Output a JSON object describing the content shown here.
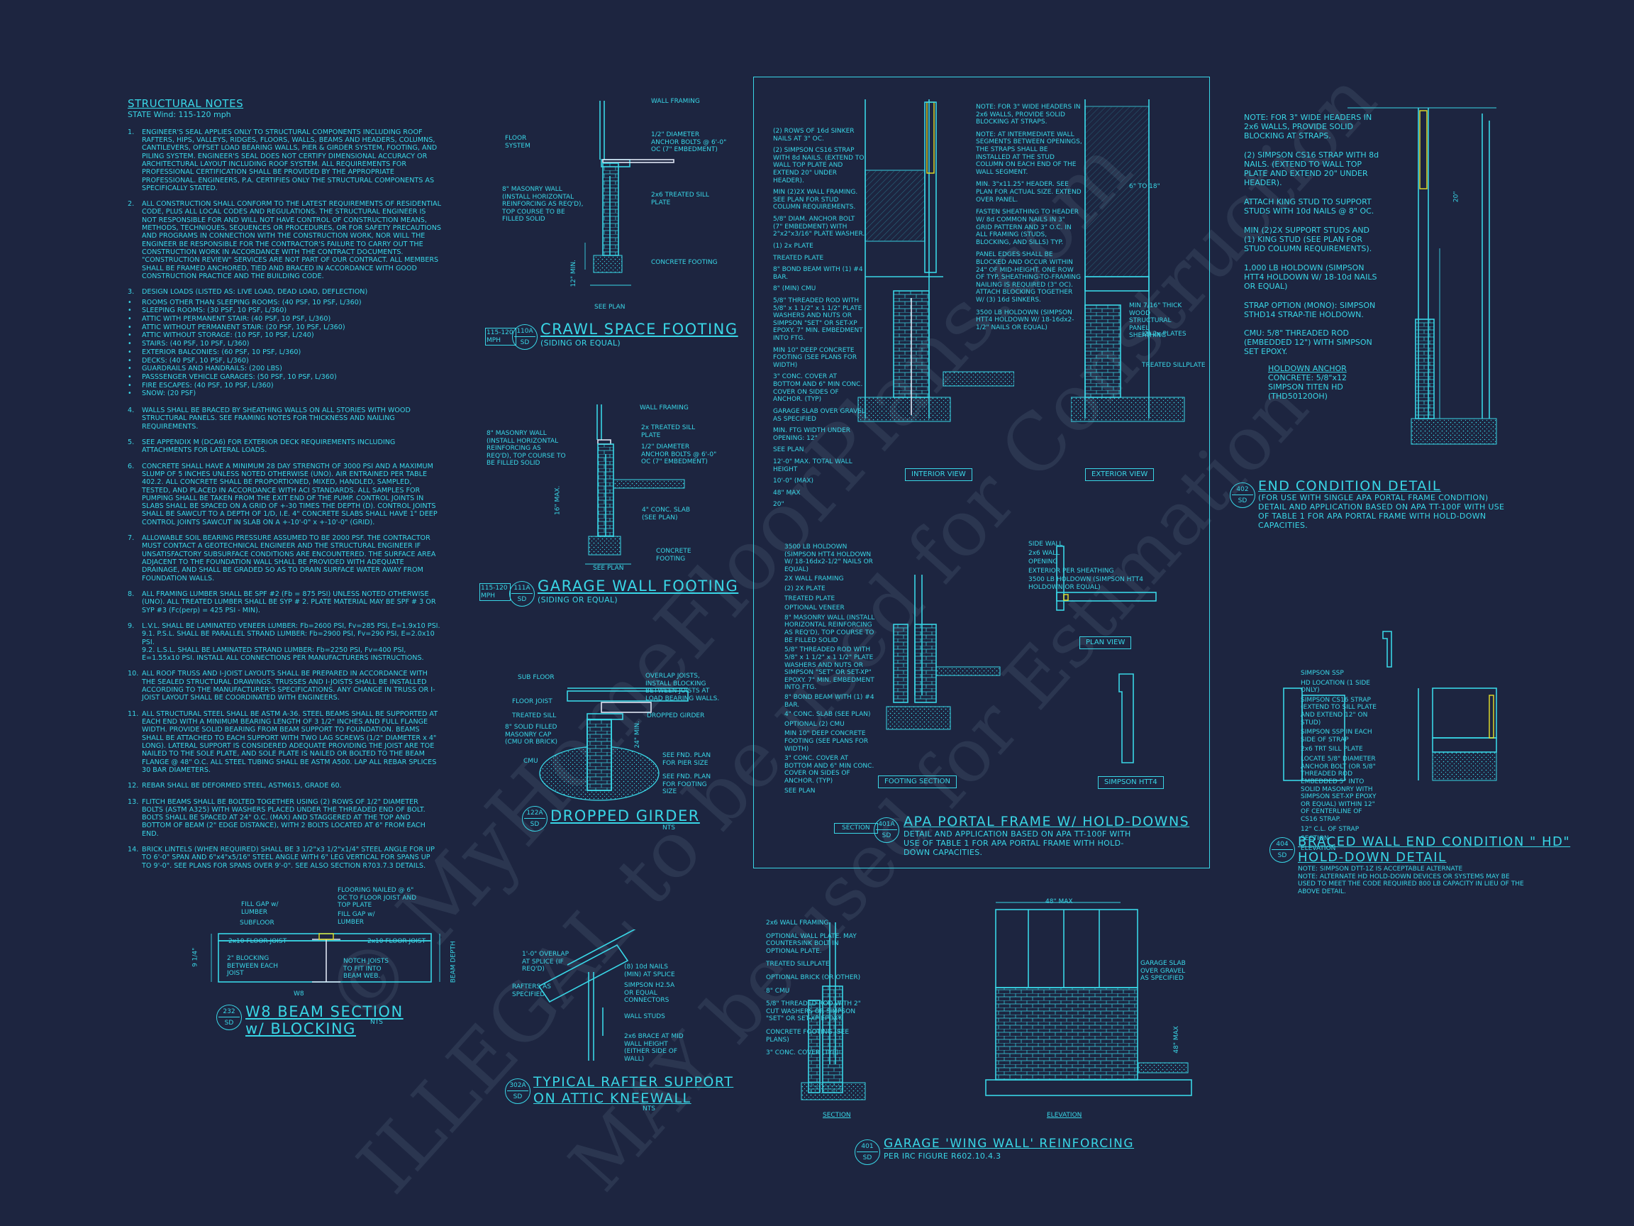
{
  "watermark": {
    "line1": "© MyHomeFloorPlans.com",
    "line2": "ILLEGAL to be used for Construction",
    "line3": "MAY be used for Estimation"
  },
  "notes": {
    "title": "STRUCTURAL NOTES",
    "subtitle": "STATE Wind: 115-120 mph",
    "items": [
      {
        "num": "1.",
        "text": "ENGINEER'S SEAL APPLIES ONLY TO STRUCTURAL COMPONENTS INCLUDING ROOF RAFTERS, HIPS, VALLEYS, RIDGES, FLOORS, WALLS, BEAMS AND HEADERS, COLUMNS, CANTILEVERS, OFFSET LOAD BEARING WALLS, PIER & GIRDER SYSTEM, FOOTING, AND PILING SYSTEM. ENGINEER'S SEAL DOES NOT CERTIFY DIMENSIONAL ACCURACY OR ARCHITECTURAL LAYOUT INCLUDING ROOF SYSTEM. ALL REQUIREMENTS FOR PROFESSIONAL CERTIFICATION SHALL BE PROVIDED BY THE APPROPRIATE PROFESSIONAL. ENGINEERS, P.A. CERTIFIES ONLY THE STRUCTURAL COMPONENTS AS SPECIFICALLY STATED."
      },
      {
        "num": "2.",
        "text": "ALL CONSTRUCTION SHALL CONFORM TO THE LATEST REQUIREMENTS OF RESIDENTIAL CODE, PLUS ALL LOCAL CODES AND REGULATIONS. THE STRUCTURAL ENGINEER IS NOT RESPONSIBLE FOR AND WILL NOT HAVE CONTROL OF CONSTRUCTION MEANS, METHODS, TECHNIQUES, SEQUENCES OR PROCEDURES, OR FOR SAFETY PRECAUTIONS AND PROGRAMS IN CONNECTION WITH THE CONSTRUCTION WORK, NOR WILL THE ENGINEER BE RESPONSIBLE FOR THE CONTRACTOR'S FAILURE TO CARRY OUT THE CONSTRUCTION WORK IN ACCORDANCE WITH THE CONTRACT DOCUMENTS. \"CONSTRUCTION REVIEW\" SERVICES ARE NOT PART OF OUR CONTRACT. ALL MEMBERS SHALL BE FRAMED ANCHORED, TIED AND BRACED IN ACCORDANCE WITH GOOD CONSTRUCTION PRACTICE AND THE BUILDING CODE."
      },
      {
        "num": "3.",
        "text": "DESIGN LOADS (LISTED AS: LIVE LOAD, DEAD LOAD, DEFLECTION)"
      }
    ],
    "loads": [
      "ROOMS OTHER THAN SLEEPING ROOMS: (40 PSF, 10 PSF, L/360)",
      "SLEEPING ROOMS: (30 PSF, 10 PSF, L/360)",
      "ATTIC WITH PERMANENT STAIR: (40 PSF, 10 PSF, L/360)",
      "ATTIC WITHOUT PERMANENT STAIR: (20 PSF, 10 PSF, L/360)",
      "ATTIC WITHOUT STORAGE: (10 PSF, 10 PSF, L/240)",
      "STAIRS: (40 PSF, 10 PSF, L/360)",
      "EXTERIOR BALCONIES: (60 PSF, 10 PSF, L/360)",
      "DECKS: (40 PSF, 10 PSF, L/360)",
      "GUARDRAILS AND HANDRAILS: (200 LBS)",
      "PASSSENGER VEHICLE GARAGES: (50 PSF, 10 PSF, L/360)",
      "FIRE ESCAPES: (40 PSF, 10 PSF, L/360)",
      "SNOW: (20 PSF)"
    ],
    "items2": [
      {
        "num": "4.",
        "text": "WALLS SHALL BE BRACED BY SHEATHING WALLS ON ALL STORIES WITH WOOD STRUCTURAL PANELS. SEE FRAMING NOTES FOR THICKNESS AND NAILING REQUIREMENTS."
      },
      {
        "num": "5.",
        "text": "SEE APPENDIX M (DCA6) FOR EXTERIOR DECK REQUIREMENTS INCLUDING ATTACHMENTS FOR LATERAL LOADS."
      },
      {
        "num": "6.",
        "text": "CONCRETE SHALL HAVE A MINIMUM 28 DAY STRENGTH OF 3000 PSI AND A MAXIMUM SLUMP OF 5 INCHES UNLESS NOTED OTHERWISE (UNO). AIR ENTRAINED PER TABLE 402.2. ALL CONCRETE SHALL BE PROPORTIONED, MIXED, HANDLED, SAMPLED, TESTED, AND PLACED IN ACCORDANCE WITH ACI STANDARDS. ALL SAMPLES FOR PUMPING SHALL BE TAKEN FROM THE EXIT END OF THE PUMP. CONTROL JOINTS IN SLABS SHALL BE SPACED ON A GRID OF +-30 TIMES THE DEPTH (D). CONTROL JOINTS SHALL BE SAWCUT TO A DEPTH OF 1/D, I.E. 4\" CONCRETE SLABS SHALL HAVE 1\" DEEP CONTROL JOINTS SAWCUT IN SLAB ON A +-10'-0\" x +-10'-0\" (GRID)."
      },
      {
        "num": "7.",
        "text": "ALLOWABLE SOIL BEARING PRESSURE ASSUMED TO BE 2000 PSF. THE CONTRACTOR MUST CONTACT A GEOTECHNICAL ENGINEER AND THE STRUCTURAL ENGINEER IF UNSATISFACTORY SUBSURFACE CONDITIONS ARE ENCOUNTERED. THE SURFACE AREA ADJACENT TO THE FOUNDATION WALL SHALL BE PROVIDED WITH ADEQUATE DRAINAGE, AND SHALL BE GRADED SO AS TO DRAIN SURFACE WATER AWAY FROM FOUNDATION WALLS."
      },
      {
        "num": "8.",
        "text": "ALL FRAMING LUMBER SHALL BE SPF #2 (Fb = 875 PSI) UNLESS NOTED OTHERWISE (UNO). ALL TREATED LUMBER SHALL BE SYP # 2. PLATE MATERIAL MAY BE SPF # 3 OR SYP #3 (Fc(perp) = 425 PSI - MIN)."
      },
      {
        "num": "9.",
        "text": "L.V.L. SHALL BE LAMINATED VENEER LUMBER: Fb=2600 PSI, Fv=285 PSI, E=1.9x10 PSI.\n9.1. P.S.L. SHALL BE PARALLEL STRAND LUMBER: Fb=2900 PSI, Fv=290 PSI, E=2.0x10 PSI.\n9.2. L.S.L. SHALL BE LAMINATED STRAND LUMBER: Fb=2250 PSI, Fv=400 PSI, E=1.55x10 PSI. INSTALL ALL CONNECTIONS PER MANUFACTURERS INSTRUCTIONS."
      },
      {
        "num": "10.",
        "text": "ALL ROOF TRUSS AND I-JOIST LAYOUTS SHALL BE PREPARED IN ACCORDANCE WITH THE SEALED STRUCTURAL DRAWINGS. TRUSSES AND I-JOISTS SHALL BE INSTALLED ACCORDING TO THE MANUFACTURER'S SPECIFICATIONS. ANY CHANGE IN TRUSS OR I-JOIST LAYOUT SHALL BE COORDINATED WITH ENGINEERS."
      },
      {
        "num": "11.",
        "text": "ALL STRUCTURAL STEEL SHALL BE ASTM A-36. STEEL BEAMS SHALL BE SUPPORTED AT EACH END WITH A MINIMUM BEARING LENGTH OF 3 1/2\" INCHES AND FULL FLANGE WIDTH. PROVIDE SOLID BEARING FROM BEAM SUPPORT TO FOUNDATION. BEAMS SHALL BE ATTACHED TO EACH SUPPORT WITH TWO LAG SCREWS (1/2\" DIAMETER x 4\" LONG). LATERAL SUPPORT IS CONSIDERED ADEQUATE PROVIDING THE JOIST ARE TOE NAILED TO THE SOLE PLATE, AND SOLE PLATE IS NAILED OR BOLTED TO THE BEAM FLANGE @ 48\" O.C. ALL STEEL TUBING SHALL BE ASTM A500. LAP ALL REBAR SPLICES 30 BAR DIAMETERS."
      },
      {
        "num": "12.",
        "text": "REBAR SHALL BE DEFORMED STEEL, ASTM615, GRADE 60."
      },
      {
        "num": "13.",
        "text": "FLITCH BEAMS SHALL BE BOLTED TOGETHER USING (2) ROWS OF 1/2\" DIAMETER BOLTS (ASTM A325) WITH WASHERS PLACED UNDER THE THREADED END OF BOLT. BOLTS SHALL BE SPACED AT 24\" O.C. (MAX) AND STAGGERED AT THE TOP AND BOTTOM OF BEAM (2\" EDGE DISTANCE), WITH 2 BOLTS LOCATED AT 6\" FROM EACH END."
      },
      {
        "num": "14.",
        "text": "BRICK LINTELS (WHEN REQUIRED) SHALL BE 3 1/2\"x3 1/2\"x1/4\" STEEL ANGLE FOR UP TO 6'-0\" SPAN AND 6\"x4\"x5/16\" STEEL ANGLE WITH 6\" LEG VERTICAL FOR SPANS UP TO 9'-0\". SEE PLANS FOR SPANS OVER 9'-0\". SEE ALSO SECTION R703.7.3 DETAILS."
      }
    ]
  },
  "details": {
    "crawl": {
      "title": "CRAWL SPACE FOOTING",
      "sub": "(SIDING OR EQUAL)",
      "num": "110A",
      "sheet": "SD",
      "tag": "115-120 MPH",
      "labels": [
        "WALL FRAMING",
        "FLOOR SYSTEM",
        "1/2\" DIAMETER ANCHOR BOLTS @ 6'-0\" OC (7\" EMBEDMENT)",
        "8\" MASONRY WALL (INSTALL HORIZONTAL REINFORCING AS REQ'D), TOP COURSE TO BE FILLED SOLID",
        "2x6 TREATED SILL PLATE",
        "CONCRETE FOOTING",
        "SEE PLAN",
        "12\" MIN."
      ]
    },
    "garage": {
      "title": "GARAGE WALL FOOTING",
      "sub": "(SIDING OR EQUAL)",
      "num": "111A",
      "sheet": "SD",
      "tag": "115-120 MPH",
      "labels": [
        "WALL FRAMING",
        "8\" MASONRY WALL (INSTALL HORIZONTAL REINFORCING AS REQ'D), TOP COURSE TO BE FILLED SOLID",
        "2x TREATED SILL PLATE",
        "1/2\" DIAMETER ANCHOR BOLTS @ 6'-0\" OC (7\" EMBEDMENT)",
        "4\" CONC. SLAB (SEE PLAN)",
        "CONCRETE FOOTING",
        "SEE PLAN",
        "16\" MAX."
      ]
    },
    "girder": {
      "title": "DROPPED GIRDER",
      "num": "122A",
      "sheet": "SD",
      "nts": "NTS",
      "labels": [
        "SUB FLOOR",
        "FLOOR JOIST",
        "TREATED SILL",
        "8\" SOLID FILLED MASONRY CAP (CMU OR BRICK)",
        "CMU",
        "OVERLAP JOISTS, INSTALL BLOCKING BETWEEN JOISTS AT LOAD BEARING WALLS.",
        "DROPPED GIRDER",
        "SEE FND. PLAN FOR PIER SIZE",
        "SEE FND. PLAN FOR FOOTING SIZE",
        "24\" MIN."
      ]
    },
    "w8": {
      "title1": "W8 BEAM SECTION",
      "title2": "w/ BLOCKING",
      "num": "232",
      "sheet": "SD",
      "nts": "NTS",
      "labels": [
        "FILL GAP w/ LUMBER",
        "SUBFLOOR",
        "FLOORING NAILED @ 6\" OC TO FLOOR JOIST AND TOP PLATE",
        "FILL GAP w/ LUMBER",
        "2x10 FLOOR JOIST",
        "2x10 FLOOR JOIST",
        "2\" BLOCKING BETWEEN EACH JOIST",
        "NOTCH JOISTS TO FIT INTO BEAM WEB.",
        "W8",
        "9 1/4\"",
        "BEAM DEPTH"
      ]
    },
    "rafter": {
      "title1": "TYPICAL RAFTER SUPPORT",
      "title2": "ON ATTIC KNEEWALL",
      "num": "302A",
      "sheet": "SD",
      "nts": "NTS",
      "labels": [
        "1'-0\" OVERLAP AT SPLICE (IF REQ'D)",
        "RAFTERS AS SPECIFIED",
        "(8) 10d NAILS (MIN) AT SPLICE",
        "SIMPSON H2.5A OR EQUAL CONNECTORS",
        "WALL STUDS",
        "2x6 BRACE AT MID WALL HEIGHT (EITHER SIDE OF WALL)"
      ]
    },
    "apa": {
      "title": "APA PORTAL FRAME W/ HOLD-DOWNS",
      "num": "401A",
      "sheet": "SD",
      "section": "SECTION",
      "desc": "DETAIL AND APPLICATION BASED ON APA TT-100F WITH USE OF TABLE 1 FOR APA PORTAL FRAME WITH HOLD-DOWN CAPACITIES.",
      "interior_labels": [
        "(2) ROWS OF 16d SINKER NAILS AT 3\" OC.",
        "(2) SIMPSON CS16 STRAP WITH 8d NAILS. (EXTEND TO WALL TOP PLATE AND EXTEND 20\" UNDER HEADER).",
        "MIN (2)2X WALL FRAMING. SEE PLAN FOR STUD COLUMN REQUIREMENTS.",
        "5/8\" DIAM. ANCHOR BOLT (7\" EMBEDMENT) WITH 2\"x2\"x3/16\" PLATE WASHER.",
        "(1) 2x PLATE",
        "TREATED PLATE",
        "8\" BOND BEAM WITH (1) #4 BAR.",
        "8\" (MIN) CMU",
        "5/8\" THREADED ROD WITH 5/8\" x 1 1/2\" x 1 1/2\" PLATE WASHERS AND NUTS OR SIMPSON \"SET\" OR SET-XP EPOXY. 7\" MIN. EMBEDMENT INTO FTG.",
        "MIN 10\" DEEP CONCRETE FOOTING (SEE PLANS FOR WIDTH)",
        "3\" CONC. COVER AT BOTTOM AND 6\" MIN CONC. COVER ON SIDES OF ANCHOR. (TYP)",
        "GARAGE SLAB OVER GRAVEL AS SPECIFIED",
        "MIN. FTG WIDTH UNDER OPENING: 12\"",
        "SEE PLAN",
        "12'-0\" MAX. TOTAL WALL HEIGHT",
        "10'-0\" (MAX)",
        "48\" MAX",
        "20\""
      ],
      "middle_notes": [
        "NOTE: FOR 3\" WIDE HEADERS IN 2x6 WALLS, PROVIDE SOLID BLOCKING AT STRAPS.",
        "NOTE: AT INTERMEDIATE WALL SEGMENTS BETWEEN OPENINGS, THE STRAPS SHALL BE INSTALLED AT THE STUD COLUMN ON EACH END OF THE WALL SEGMENT.",
        "MIN. 3\"x11.25\" HEADER. SEE PLAN FOR ACTUAL SIZE. EXTEND OVER PANEL.",
        "FASTEN SHEATHING TO HEADER W/ 8d COMMON NAILS IN 3\" GRID PATTERN AND 3\" O.C. IN ALL FRAMING (STUDS, BLOCKING, AND SILLS) TYP.",
        "PANEL EDGES SHALL BE BLOCKED AND OCCUR WITHIN 24\" OF MID-HEIGHT. ONE ROW OF TYP. SHEATHING-TO-FRAMING NAILING IS REQUIRED (3\" OC). ATTACH BLOCKING TOGETHER W/ (3) 16d SINKERS.",
        "3500 LB HOLDOWN (SIMPSON HTT4 HOLDOWN W/ 18-16dx2-1/2\" NAILS OR EQUAL)"
      ],
      "exterior_labels": [
        "6\" TO 18\"",
        "MIN 7/16\" THICK WOOD STRUCTURAL PANEL SHEATHING",
        "(2) 2x PLATES",
        "TREATED SILLPLATE"
      ],
      "interior_view": "INTERIOR VIEW",
      "exterior_view": "EXTERIOR VIEW",
      "footing_labels": [
        "3500 LB HOLDOWN (SIMPSON HTT4 HOLDOWN W/ 18-16dx2-1/2\" NAILS OR EQUAL)",
        "2X WALL FRAMING",
        "(2) 2X PLATE",
        "TREATED PLATE",
        "OPTIONAL VENEER",
        "8\" MASONRY WALL (INSTALL HORIZONTAL REINFORCING AS REQ'D), TOP COURSE TO BE FILLED SOLID",
        "5/8\" THREADED ROD WITH 5/8\" x 1 1/2\" x 1 1/2\" PLATE WASHERS AND NUTS OR SIMPSON \"SET\" OR SET-XP\" EPOXY. 7\" MIN. EMBEDMENT INTO FTG.",
        "8\" BOND BEAM WITH (1) #4 BAR.",
        "4\" CONC. SLAB (SEE PLAN)",
        "OPTIONAL (2) CMU",
        "MIN 10\" DEEP CONCRETE FOOTING (SEE PLANS FOR WIDTH)",
        "3\" CONC. COVER AT BOTTOM AND 6\" MIN CONC. COVER ON SIDES OF ANCHOR. (TYP)",
        "SEE PLAN"
      ],
      "footing_section": "FOOTING SECTION",
      "plan_labels": [
        "SIDE WALL",
        "2x6 WALL",
        "OPENING",
        "EXTERIOR PER SHEATHING",
        "3500 LB HOLDOWN (SIMPSON HTT4 HOLDOWN OR EQUAL)"
      ],
      "plan_view": "PLAN VIEW",
      "htt4": "SIMPSON HTT4"
    },
    "wing": {
      "title": "GARAGE 'WING WALL' REINFORCING",
      "sub": "PER IRC FIGURE R602.10.4.3",
      "num": "401",
      "sheet": "SD",
      "labels": [
        "2x6 WALL FRAMING",
        "OPTIONAL WALL PLATE. MAY COUNTERSINK BOLT IN OPTIONAL PLATE.",
        "TREATED SILLPLATE",
        "OPTIONAL BRICK (OR OTHER)",
        "8\" CMU",
        "5/8\" THREADED ROD WITH 2\" CUT WASHERS OR SIMPSON \"SET\" OR SET-XP EPOXY.",
        "CONCRETE FOOTING (SEE PLANS)",
        "3\" CONC. COVER (TYP)",
        "48\" MAX",
        "GARAGE SLAB OVER GRAVEL AS SPECIFIED",
        "48\" MAX"
      ],
      "section": "SECTION",
      "elevation": "ELEVATION"
    },
    "endcond": {
      "title": "END CONDITION DETAIL",
      "num": "402",
      "sheet": "SD",
      "sub": "(FOR USE WITH SINGLE APA PORTAL FRAME CONDITION)\nDETAIL AND APPLICATION BASED ON APA TT-100F WITH USE OF TABLE 1 FOR APA PORTAL FRAME WITH HOLD-DOWN CAPACITIES.",
      "notes": [
        "NOTE: FOR 3\" WIDE HEADERS IN 2x6 WALLS, PROVIDE SOLID BLOCKING AT STRAPS.",
        "(2) SIMPSON CS16 STRAP WITH 8d NAILS. (EXTEND TO WALL TOP PLATE AND EXTEND 20\" UNDER HEADER).",
        "ATTACH KING STUD TO SUPPORT STUDS WITH 10d NAILS @ 8\" OC.",
        "MIN (2)2X SUPPORT STUDS AND (1) KING STUD (SEE PLAN FOR STUD COLUMN REQUIREMENTS).",
        "1,000 LB HOLDOWN (SIMPSON HTT4 HOLDOWN W/ 18-10d NAILS OR EQUAL)",
        "STRAP OPTION (MONO): SIMPSON STHD14 STRAP-TIE HOLDOWN.",
        "CMU: 5/8\" THREADED ROD (EMBEDDED 12\") WITH SIMPSON SET EPOXY."
      ],
      "anchor_title": "HOLDOWN ANCHOR",
      "anchor_text": "CONCRETE: 5/8\"x12 SIMPSON TITEN HD (THD50120OH)",
      "dim": "20\""
    },
    "braced": {
      "title1": "BRACED WALL END CONDITION \" HD\"",
      "title2": "HOLD-DOWN DETAIL",
      "num": "404",
      "sheet": "SD",
      "notes": "NOTE: SIMPSON DTT-1Z IS ACCEPTABLE ALTERNATE\nNOTE: ALTERNATE HD HOLD-DOWN DEVICES OR SYSTEMS MAY BE USED TO MEET THE CODE REQUIRED 800 LB CAPACITY IN LIEU OF THE ABOVE DETAIL.",
      "labels": [
        "SIMPSON SSP",
        "HD LOCATION (1 SIDE ONLY)",
        "SIMPSON CS16 STRAP (EXTEND TO SILL PLATE AND EXTEND 12\" ON STUD)",
        "SIMPSON SSP IN EACH SIDE OF STRAP",
        "2x6 TRT SILL PLATE",
        "LOCATE 5/8\" DIAMETER ANCHOR BOLT (OR 5/8\" THREADED ROD EMBEDDED 5\" INTO SOLID MASONRY WITH SIMPSON SET-XP EPOXY OR EQUAL) WITHIN 12\" OF CENTERLINE OF CS16 STRAP.",
        "12\" C.L. OF STRAP",
        "SECTION",
        "ELEVATION"
      ]
    }
  }
}
